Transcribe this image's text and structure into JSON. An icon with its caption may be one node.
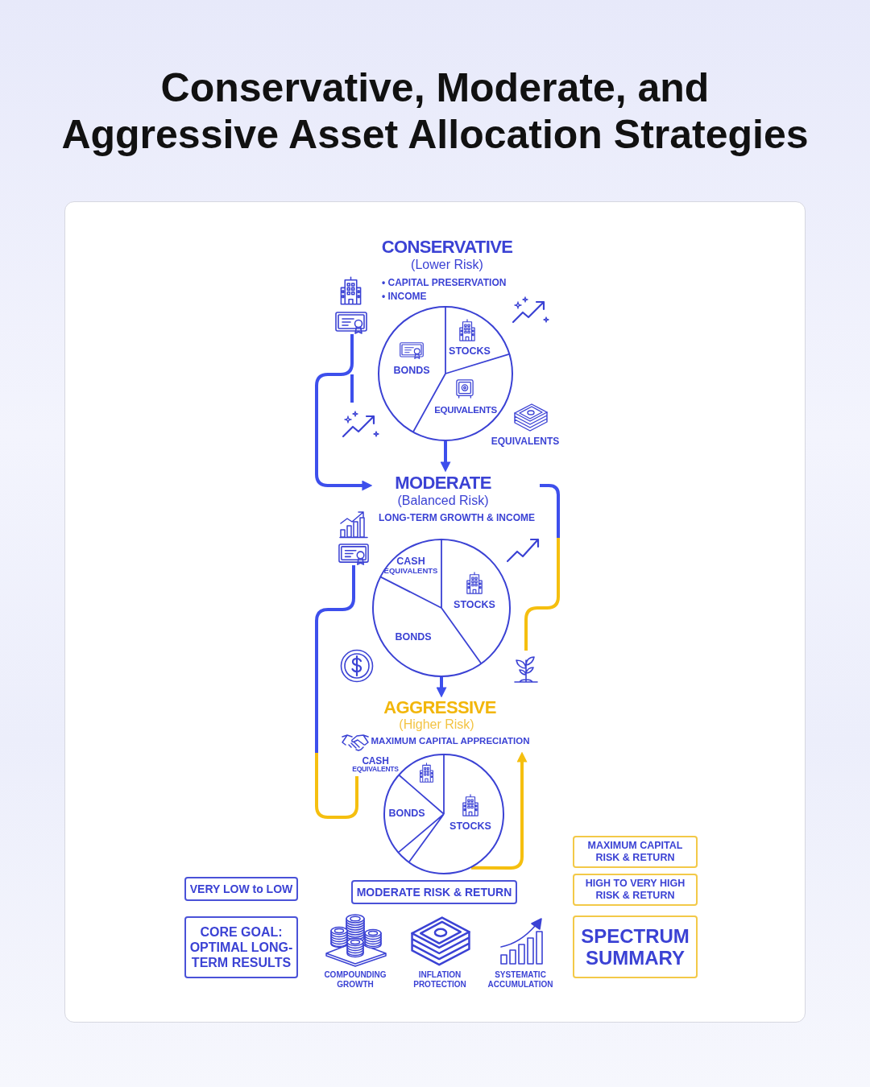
{
  "diagram": {
    "title": "Conservative, Moderate, and Aggressive Asset Allocation Strategies",
    "nodes": [
      {
        "text": [
          "CONSERVATIVE",
          "(Lower Risk)",
          "• CAPITAL PRESERVATION",
          "• INCOME"
        ]
      },
      {
        "text": [],
        "shape": "picture"
      },
      {
        "text": [
          "STOCKS",
          "BONDS",
          "EQUIVALENTS"
        ]
      },
      {
        "text": [
          "MODERATE",
          "(Balanced Risk)",
          "LONG-TERM GROWTH & INCOME"
        ]
      },
      {
        "text": [],
        "shape": "picture"
      },
      {
        "text": [
          "CASH EQUIVALENTS",
          "STOCKS",
          "BONDS"
        ]
      },
      {
        "text": [],
        "shape": "picture"
      },
      {
        "text": [
          "AGGRESSIVE",
          "(Higher Risk)",
          "MAXIMUM CAPITAL APPRECIATION"
        ]
      },
      {
        "text": [
          "BONDS",
          "STOCKS"
        ],
        "beside": [
          "CASH EQUIVALENTS"
        ]
      },
      {
        "text": [
          "MAXIMUM CAPITAL RISK & RETURN"
        ]
      },
      {
        "text": [
          "VERY LOW to LOW"
        ]
      },
      {
        "text": [
          "MODERATE RISK & RETURN"
        ]
      },
      {
        "text": [
          "HIGH TO VERY HIGH RISK & RETURN"
        ]
      },
      {
        "text": [
          "CORE GOAL: OPTIMAL LONG-TERM RESULTS"
        ]
      },
      {
        "text": [
          "SPECTRUM SUMMARY"
        ]
      }
    ],
    "edges": [
      {
        "from": 1,
        "to": 3,
        "arrow": "to"
      },
      {
        "from": 2,
        "to": 3,
        "arrow": "to"
      },
      {
        "from": 3,
        "to": 6,
        "arrow": "none"
      },
      {
        "from": 5,
        "to": 7,
        "arrow": "to"
      },
      {
        "from": 4,
        "to": 8,
        "arrow": "none"
      },
      {
        "from": 8,
        "to": 7,
        "arrow": "to",
        "color": "#f5bf0f"
      }
    ],
    "labels": [
      "EQUIVALENTS",
      "COMPOUNDING GROWTH",
      "INFLATION PROTECTION",
      "SYSTEMATIC ACCUMULATION"
    ]
  }
}
